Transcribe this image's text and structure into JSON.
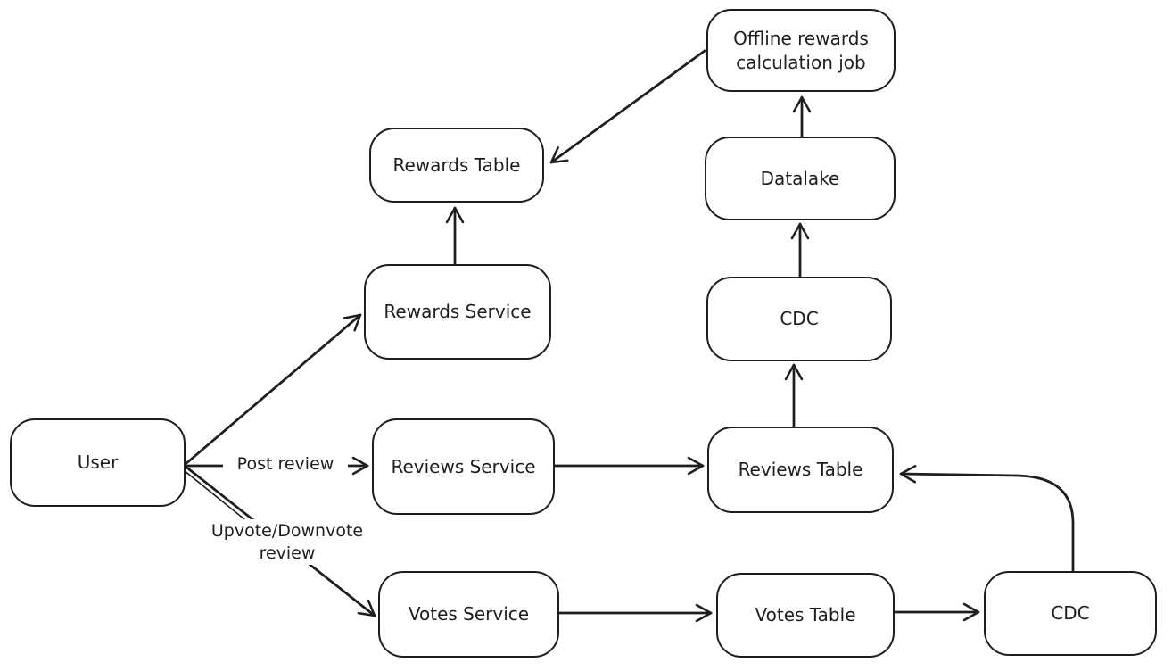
{
  "diagram": {
    "background_color": "#ffffff",
    "stroke_color": "#1e1e1e",
    "nodes": [
      {
        "id": "user",
        "label": "User"
      },
      {
        "id": "rewards-service",
        "label": "Rewards Service"
      },
      {
        "id": "reviews-service",
        "label": "Reviews Service"
      },
      {
        "id": "votes-service",
        "label": "Votes Service"
      },
      {
        "id": "rewards-table",
        "label": "Rewards Table"
      },
      {
        "id": "offline-rewards-job",
        "label": "Offline rewards calculation job"
      },
      {
        "id": "datalake",
        "label": "Datalake"
      },
      {
        "id": "cdc-upper",
        "label": "CDC"
      },
      {
        "id": "reviews-table",
        "label": "Reviews Table"
      },
      {
        "id": "votes-table",
        "label": "Votes Table"
      },
      {
        "id": "cdc-lower",
        "label": "CDC"
      }
    ],
    "edges": [
      {
        "from": "user",
        "to": "rewards-service",
        "label": ""
      },
      {
        "from": "user",
        "to": "reviews-service",
        "label": "Post review"
      },
      {
        "from": "user",
        "to": "votes-service",
        "label": "Upvote/Downvote review"
      },
      {
        "from": "reviews-service",
        "to": "reviews-table",
        "label": ""
      },
      {
        "from": "rewards-service",
        "to": "rewards-table",
        "label": ""
      },
      {
        "from": "reviews-table",
        "to": "cdc-upper",
        "label": ""
      },
      {
        "from": "cdc-upper",
        "to": "datalake",
        "label": ""
      },
      {
        "from": "datalake",
        "to": "offline-rewards-job",
        "label": ""
      },
      {
        "from": "offline-rewards-job",
        "to": "rewards-table",
        "label": ""
      },
      {
        "from": "votes-service",
        "to": "votes-table",
        "label": ""
      },
      {
        "from": "votes-table",
        "to": "cdc-lower",
        "label": ""
      },
      {
        "from": "cdc-lower",
        "to": "reviews-table",
        "label": ""
      }
    ],
    "edge_labels": {
      "post_review": "Post review",
      "upvote_downvote": "Upvote/Downvote\nreview"
    }
  }
}
